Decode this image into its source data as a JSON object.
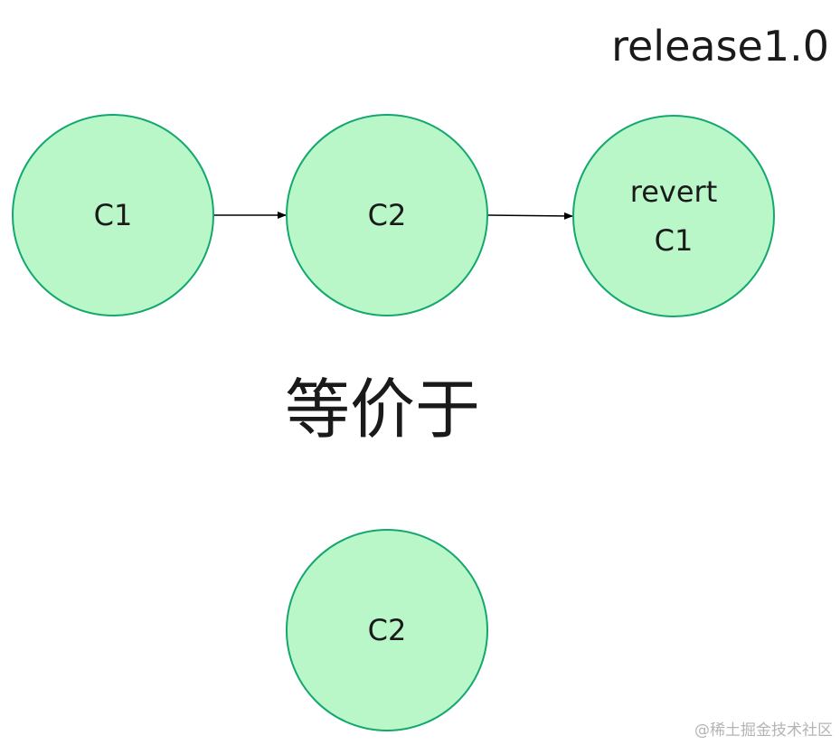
{
  "branch": {
    "label": "release1.0"
  },
  "nodes": [
    {
      "id": "c1",
      "lines": [
        "C1"
      ]
    },
    {
      "id": "c2",
      "lines": [
        "C2"
      ]
    },
    {
      "id": "revert-c1",
      "lines": [
        "revert",
        "C1"
      ]
    },
    {
      "id": "c2-result",
      "lines": [
        "C2"
      ]
    }
  ],
  "edges": [
    {
      "from": "c1",
      "to": "c2"
    },
    {
      "from": "c2",
      "to": "revert-c1"
    }
  ],
  "equivalence": {
    "label": "等价于"
  },
  "watermark": {
    "text": "@稀土掘金技术社区"
  },
  "colors": {
    "node_fill": "#b9f7c8",
    "node_stroke": "#14a86f"
  }
}
